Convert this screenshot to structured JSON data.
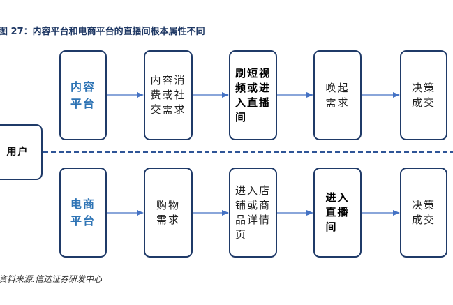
{
  "figure": {
    "title": "图 27：内容平台和电商平台的直播间根本属性不同",
    "source": "资料来源:信达证券研发中心"
  },
  "user": {
    "label": "用户"
  },
  "top_row": [
    {
      "label": "内容\n平台"
    },
    {
      "label": "内容消\n费或社\n交需求"
    },
    {
      "label": "刷短视\n频或进\n入直播\n间"
    },
    {
      "label": "唤起\n需求"
    },
    {
      "label": "决策\n成交"
    }
  ],
  "bottom_row": [
    {
      "label": "电商\n平台"
    },
    {
      "label": "购物\n需求"
    },
    {
      "label": "进入店\n铺或商\n品详情\n页"
    },
    {
      "label": "进入\n直播\n间"
    },
    {
      "label": "决策\n成交"
    }
  ],
  "colors": {
    "box_border": "#1f3a68",
    "arrow": "#4472c4",
    "divider": "#2f5597",
    "platform_text": "#2e74b5",
    "title_text": "#1f3864"
  }
}
